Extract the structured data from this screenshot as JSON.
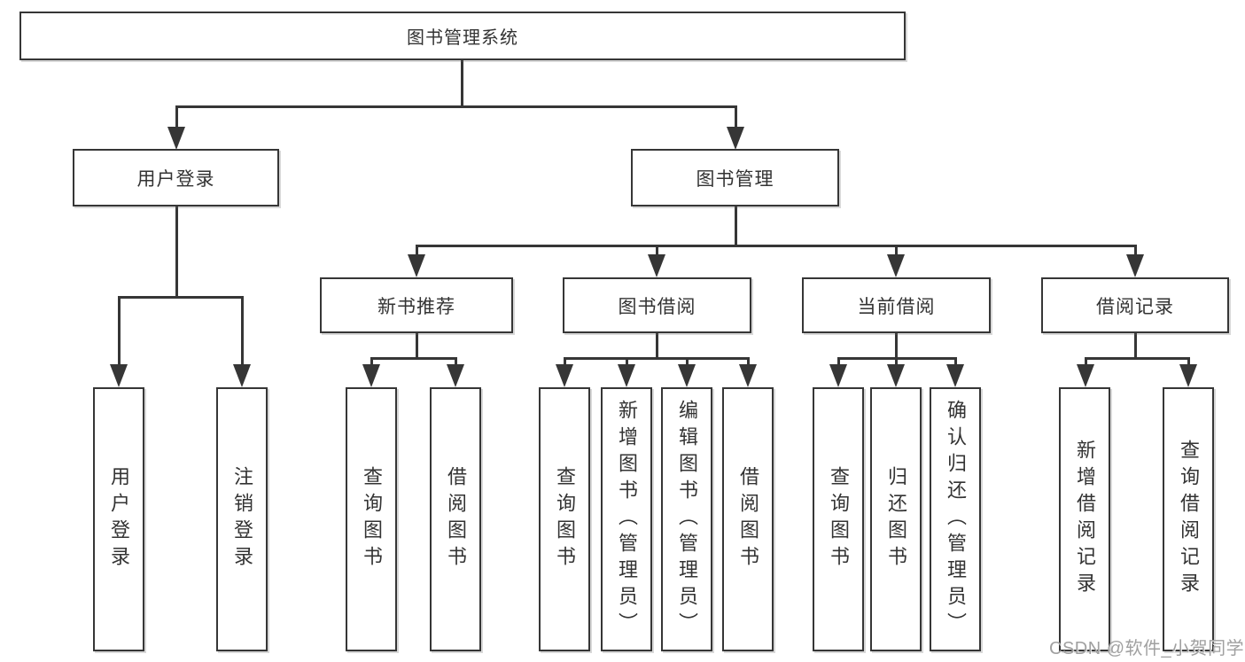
{
  "tree": {
    "root": {
      "label": "图书管理系统",
      "children": [
        {
          "label": "用户登录",
          "children": [
            {
              "label": "用户登录"
            },
            {
              "label": "注销登录"
            }
          ]
        },
        {
          "label": "图书管理",
          "children": [
            {
              "label": "新书推荐",
              "children": [
                {
                  "label": "查询图书"
                },
                {
                  "label": "借阅图书"
                }
              ]
            },
            {
              "label": "图书借阅",
              "children": [
                {
                  "label": "查询图书"
                },
                {
                  "label": "新增图书（管理员）"
                },
                {
                  "label": "编辑图书（管理员）"
                },
                {
                  "label": "借阅图书"
                }
              ]
            },
            {
              "label": "当前借阅",
              "children": [
                {
                  "label": "查询图书"
                },
                {
                  "label": "归还图书"
                },
                {
                  "label": "确认归还（管理员）"
                }
              ]
            },
            {
              "label": "借阅记录",
              "children": [
                {
                  "label": "新增借阅记录"
                },
                {
                  "label": "查询借阅记录"
                }
              ]
            }
          ]
        }
      ]
    }
  },
  "watermark": {
    "text": "CSDN @软件_小贺同学"
  },
  "colors": {
    "line": "#363636",
    "text": "#333333",
    "background": "#ffffff",
    "box_background": "#ffffff",
    "watermark": "#a0a0a0"
  }
}
